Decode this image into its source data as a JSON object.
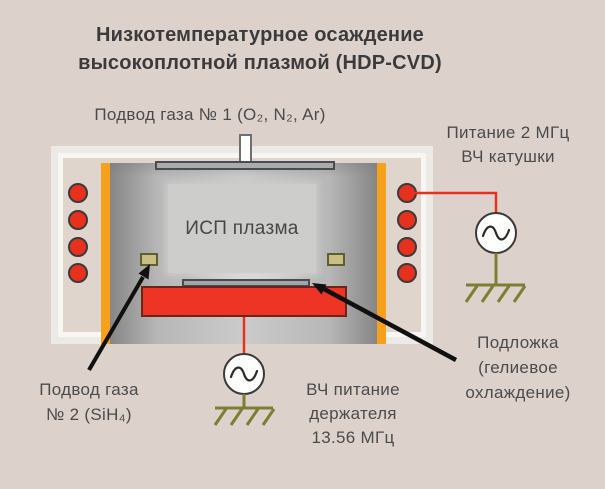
{
  "title": {
    "line1": "Низкотемпературное осаждение",
    "line2": "высокоплотной плазмой (HDP-CVD)"
  },
  "chamber": {
    "plasma_label": "ИСП плазма",
    "coil_turns_per_side": 4
  },
  "labels": {
    "gas_inlet_1": "Подвод газа № 1 (O₂, N₂, Ar)",
    "coil_power": {
      "line1": "Питание 2 МГц",
      "line2": "ВЧ катушки"
    },
    "gas_inlet_2": {
      "line1": "Подвод газа",
      "line2": "№ 2 (SiH₄)"
    },
    "holder_power": {
      "line1": "ВЧ питание",
      "line2": "держателя",
      "line3": "13.56 МГц"
    },
    "substrate": {
      "line1": "Подложка",
      "line2": "(гелиевое",
      "line3": "охлаждение)"
    }
  },
  "icons": {
    "ac_source": "circle-with-sine-wave",
    "ground": "earth-ground-hatched",
    "pointer": "black-arrow"
  },
  "colors": {
    "background": "#DCD2CB",
    "outer_wall": "#EBEAE7",
    "liner_orange": "#F6A01B",
    "coil_dot_red": "#E8311C",
    "chuck_red": "#EE3424",
    "wire_red": "#E8301C",
    "ground_olive": "#7D7D33",
    "title_text": "#3B3B3E",
    "label_text": "#4B4B4D"
  }
}
